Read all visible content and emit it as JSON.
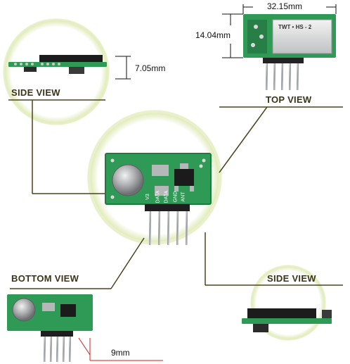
{
  "labels": {
    "side_view_top": "SIDE VIEW",
    "top_view": "TOP VIEW",
    "bottom_view": "BOTTOM VIEW",
    "side_view_bottom": "SIDE VIEW"
  },
  "dimensions": {
    "width": "32.15mm",
    "height": "14.04mm",
    "side_thickness": "7.05mm",
    "pin_length": "9mm"
  },
  "module_text": {
    "shield_marking": "TWT • HS - 2",
    "pins": [
      "V3",
      "DATA",
      "DATA",
      "GND",
      "ANT"
    ]
  },
  "colors": {
    "pcb_green": "#2f9a55",
    "pcb_dark": "#1f7a3e",
    "label_text": "#3b3418",
    "glow_ring": "#e4eec0",
    "connector_line": "#4a4420",
    "pin_metal": "#b9bcc0",
    "dimension_red": "#d02020"
  }
}
